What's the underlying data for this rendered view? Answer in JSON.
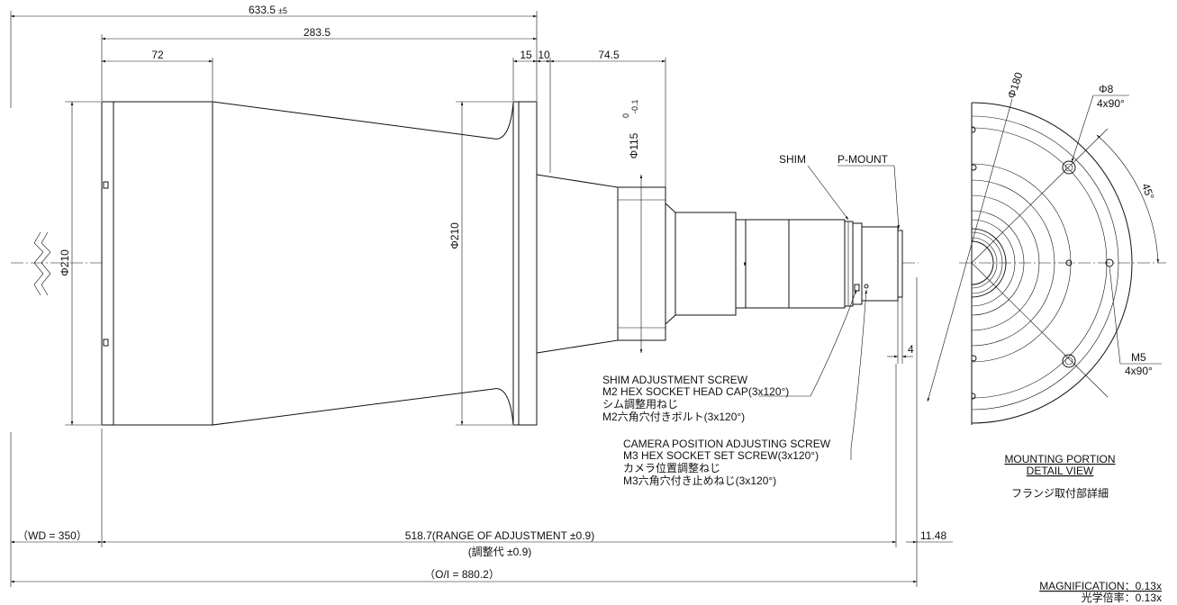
{
  "dimensions": {
    "total_length": "633.5",
    "total_length_tol": "±5",
    "body_length": "283.5",
    "front_barrel": "72",
    "flange_thickness": "15",
    "flange_gap": "10",
    "rear_length": "74.5",
    "front_diameter": "Φ210",
    "rear_diameter": "Φ210",
    "mount_diameter": "Φ115",
    "mount_tol_upper": "0",
    "mount_tol_lower": "-0.1",
    "mount_step": "4",
    "wd": "（WD = 350）",
    "range": "518.7(RANGE OF ADJUSTMENT  ±0.9)",
    "range_jp": "(調整代 ±0.9)",
    "back_length": "11.48",
    "oi": "（O/I = 880.2）"
  },
  "labels": {
    "shim": "SHIM",
    "pmount": "P-MOUNT",
    "shim_screw_1": "SHIM ADJUSTMENT SCREW",
    "shim_screw_2": "M2 HEX SOCKET HEAD CAP(3x120°)",
    "shim_screw_3": "シム調整用ねじ",
    "shim_screw_4": "M2六角穴付きボルト(3x120°)",
    "cam_screw_1": "CAMERA POSITION ADJUSTING SCREW",
    "cam_screw_2": "M3 HEX SOCKET SET SCREW(3x120°)",
    "cam_screw_3": "カメラ位置調整ねじ",
    "cam_screw_4": "M3六角穴付き止めねじ(3x120°)"
  },
  "detail": {
    "title_1": "MOUNTING PORTION",
    "title_2": "DETAIL VIEW",
    "title_jp": "フランジ取付部詳細",
    "dia_180": "Φ180",
    "hole_dia": "Φ8",
    "hole_count": "4x90°",
    "angle": "45°",
    "thread": "M5",
    "thread_count": "4x90°"
  },
  "footer": {
    "magnification": "MAGNIFICATION：0.13x",
    "magnification_jp": "光学倍率：0.13x"
  }
}
